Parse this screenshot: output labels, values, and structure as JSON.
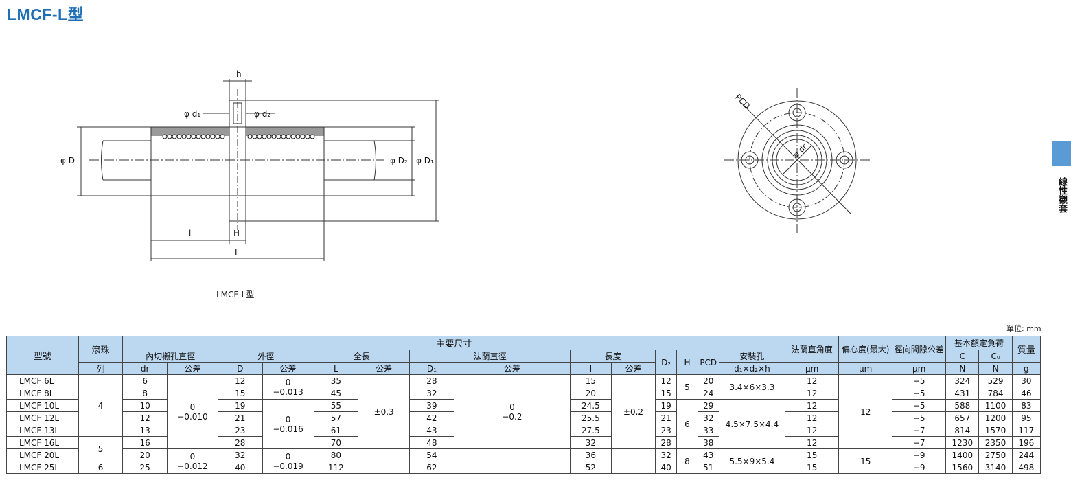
{
  "title": "LMCF-L型",
  "caption": "LMCF-L型",
  "side_label": "線性襯套",
  "unit": "單位: mm",
  "colors": {
    "title": "#1f6fb5",
    "header_bg": "#bcd7f0",
    "side_tab": "#5b9bd5"
  },
  "drawing_labels": {
    "h": "h",
    "d1": "φ d₁",
    "d2": "φ d₂",
    "D": "φ D",
    "D2": "φ D₂",
    "D1": "φ D₁",
    "l": "l",
    "H": "H",
    "L": "L",
    "PCD": "PCD",
    "dr": "φ dr"
  },
  "headers": {
    "model": "型號",
    "rows": "滾珠",
    "rows2": "列",
    "main_dims": "主要尺寸",
    "bore": "內切襯孔直徑",
    "outer": "外徑",
    "length": "全長",
    "flange_dia": "法蘭直徑",
    "len2": "長度",
    "mount": "安裝孔",
    "perp": "法蘭直角度",
    "ecc": "偏心度(最大)",
    "clear": "徑向間隙公差",
    "load": "基本額定負荷",
    "mass": "質量",
    "dr": "dr",
    "tol": "公差",
    "D": "D",
    "L": "L",
    "D1": "D₁",
    "l": "l",
    "D2": "D₂",
    "H": "H",
    "PCD": "PCD",
    "mount_sub": "d₁×d₂×h",
    "um1": "μm",
    "um2": "μm",
    "um3": "μm",
    "C": "C",
    "C0": "C₀",
    "N1": "N",
    "N2": "N",
    "g": "g"
  },
  "rows": [
    {
      "model": "LMCF 6L",
      "dr": "6",
      "D": "12",
      "L": "35",
      "D1": "28",
      "l": "15",
      "D2": "12",
      "PCD": "20",
      "perp": "12",
      "clear": "−5",
      "C": "324",
      "C0": "529",
      "mass": "30"
    },
    {
      "model": "LMCF 8L",
      "dr": "8",
      "D": "15",
      "L": "45",
      "D1": "32",
      "l": "20",
      "D2": "15",
      "PCD": "24",
      "perp": "12",
      "clear": "−5",
      "C": "431",
      "C0": "784",
      "mass": "46"
    },
    {
      "model": "LMCF 10L",
      "dr": "10",
      "D": "19",
      "L": "55",
      "D1": "39",
      "l": "24.5",
      "D2": "19",
      "PCD": "29",
      "perp": "12",
      "clear": "−5",
      "C": "588",
      "C0": "1100",
      "mass": "83"
    },
    {
      "model": "LMCF 12L",
      "dr": "12",
      "D": "21",
      "L": "57",
      "D1": "42",
      "l": "25.5",
      "D2": "21",
      "PCD": "32",
      "perp": "12",
      "clear": "−5",
      "C": "657",
      "C0": "1200",
      "mass": "95"
    },
    {
      "model": "LMCF 13L",
      "dr": "13",
      "D": "23",
      "L": "61",
      "D1": "43",
      "l": "27.5",
      "D2": "23",
      "PCD": "33",
      "perp": "12",
      "clear": "−7",
      "C": "814",
      "C0": "1570",
      "mass": "117"
    },
    {
      "model": "LMCF 16L",
      "dr": "16",
      "D": "28",
      "L": "70",
      "D1": "48",
      "l": "32",
      "D2": "28",
      "PCD": "38",
      "perp": "12",
      "clear": "−7",
      "C": "1230",
      "C0": "2350",
      "mass": "196"
    },
    {
      "model": "LMCF 20L",
      "dr": "20",
      "D": "32",
      "L": "80",
      "D1": "54",
      "l": "36",
      "D2": "32",
      "PCD": "43",
      "perp": "15",
      "clear": "−9",
      "C": "1400",
      "C0": "2750",
      "mass": "244"
    },
    {
      "model": "LMCF 25L",
      "dr": "25",
      "D": "40",
      "L": "112",
      "D1": "62",
      "l": "52",
      "D2": "40",
      "PCD": "51",
      "perp": "15",
      "clear": "−9",
      "C": "1560",
      "C0": "3140",
      "mass": "498"
    }
  ],
  "merged": {
    "rows_4": "4",
    "rows_5": "5",
    "rows_6": "6",
    "dr_tol_a": "0",
    "dr_tol_b": "−0.010",
    "dr_tol2_a": "0",
    "dr_tol2_b": "−0.012",
    "D_tol1_a": "0",
    "D_tol1_b": "−0.013",
    "D_tol2_a": "0",
    "D_tol2_b": "−0.016",
    "D_tol3_a": "0",
    "D_tol3_b": "−0.019",
    "L_tol": "±0.3",
    "D1_tol_a": "0",
    "D1_tol_b": "−0.2",
    "l_tol": "±0.2",
    "H_5": "5",
    "H_6": "6",
    "H_8": "8",
    "mount_1": "3.4×6×3.3",
    "mount_2": "4.5×7.5×4.4",
    "mount_3": "5.5×9×5.4",
    "ecc_12": "12",
    "ecc_15": "15"
  }
}
